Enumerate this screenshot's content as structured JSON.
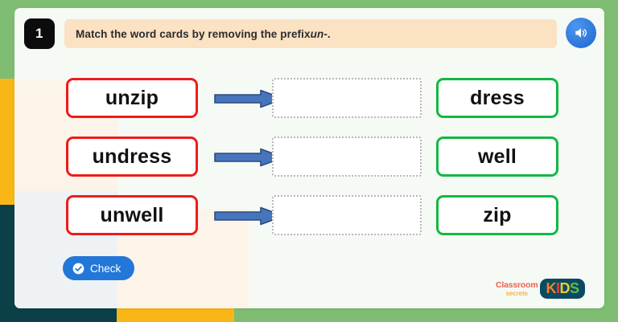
{
  "header": {
    "question_number": "1",
    "instruction_before": "Match the word cards by removing the prefix ",
    "instruction_emphasis": "un",
    "instruction_after": "-.",
    "instruction_full": "Match the word cards by removing the prefix un-.",
    "audio_icon": "speaker-volume-icon"
  },
  "rows": [
    {
      "word": "unzip",
      "arrow_icon": "right-arrow-icon",
      "dropzone_value": "",
      "answer": "dress"
    },
    {
      "word": "undress",
      "arrow_icon": "right-arrow-icon",
      "dropzone_value": "",
      "answer": "well"
    },
    {
      "word": "unwell",
      "arrow_icon": "right-arrow-icon",
      "dropzone_value": "",
      "answer": "zip"
    }
  ],
  "footer": {
    "check_label": "Check",
    "check_icon": "check-circle-icon",
    "brand_line1": "Classroom",
    "brand_line2": "secrets",
    "kids_letters": [
      {
        "char": "K",
        "color": "#f58220"
      },
      {
        "char": "I",
        "color": "#ee3b33"
      },
      {
        "char": "D",
        "color": "#fdc82f"
      },
      {
        "char": "S",
        "color": "#5fbb46"
      }
    ]
  },
  "colors": {
    "surround_green": "#7ebd72",
    "band_yellow": "#f9b717",
    "band_teal": "#0b4049",
    "card_background": "#f5faf5",
    "instruction_background": "#fbe2c3",
    "word_card_border": "#ef1b1b",
    "answer_card_border": "#12b843",
    "arrow_fill": "#4775bb",
    "arrow_stroke": "#2c4a80",
    "dropzone_border": "#b6b6b6",
    "check_button": "#2277d8",
    "audio_button": "#2b73d8",
    "question_badge": "#0c0c0c"
  }
}
